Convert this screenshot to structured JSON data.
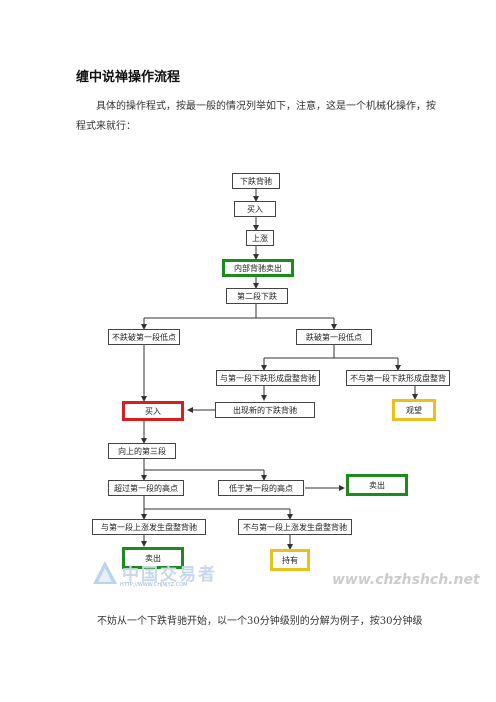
{
  "doc": {
    "title": "缠中说禅操作流程",
    "intro": "具体的操作程式，按最一般的情况列举如下，注意，这是一个机械化操作，按程式来就行：",
    "bottom_text": "不妨从一个下跌背驰开始，以一个30分钟级别的分解为例子，按30分钟级"
  },
  "flow": {
    "n1": "下跌背驰",
    "n2": "买入",
    "n3": "上涨",
    "n4": "内部背驰卖出",
    "n5": "第二段下跌",
    "n6": "不跌破第一段低点",
    "n7": "跌破第一段低点",
    "n8": "与第一段下跌形成盘整背驰",
    "n9": "不与第一段下跌形成盘整背",
    "n10": "出现新的下跌背驰",
    "n11": "买入",
    "n12": "观望",
    "n13": "向上的第三段",
    "n14": "超过第一段的高点",
    "n15": "低于第一段的高点",
    "n16": "卖出",
    "n17": "与第一段上涨发生盘整背驰",
    "n18": "不与第一段上涨发生盘整背驰",
    "n19": "卖出",
    "n20": "持有"
  },
  "watermark": {
    "left_cn": "中国交易者",
    "left_url": "HTTP://WWW.CHJNJYZ.COM",
    "right_url": "www.chzhshch.net"
  }
}
